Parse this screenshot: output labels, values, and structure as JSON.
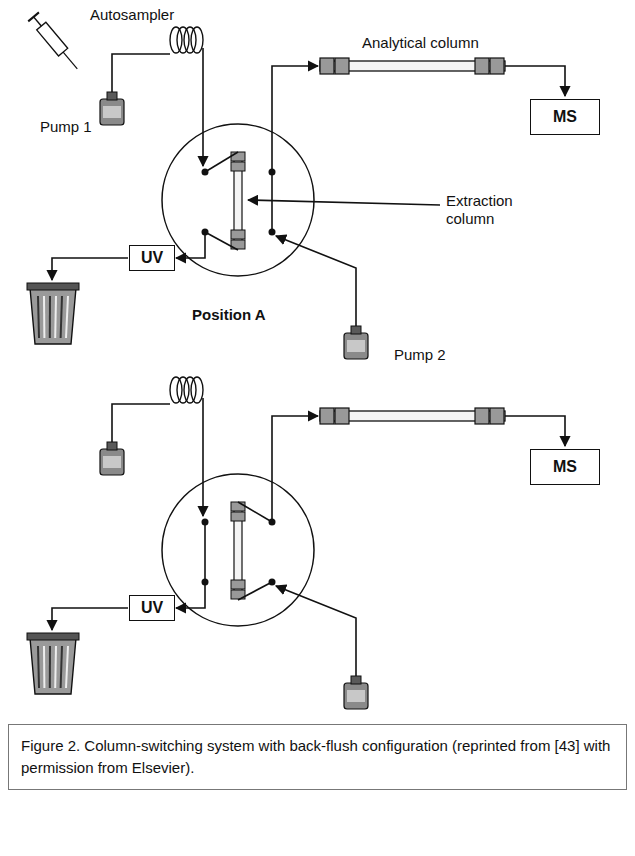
{
  "diagram": {
    "caption": "Figure 2. Column-switching system with back-flush configuration (reprinted from [43] with permission from Elsevier).",
    "nodes": [
      {
        "text": [
          "MS"
        ]
      },
      {
        "text": [
          "UV"
        ]
      },
      {
        "text": [
          "MS"
        ]
      },
      {
        "text": [
          "UV"
        ]
      }
    ],
    "labels": [
      "Autosampler",
      "Analytical column",
      "Pump 1",
      "Extraction column",
      "Position A",
      "Pump 2"
    ]
  }
}
